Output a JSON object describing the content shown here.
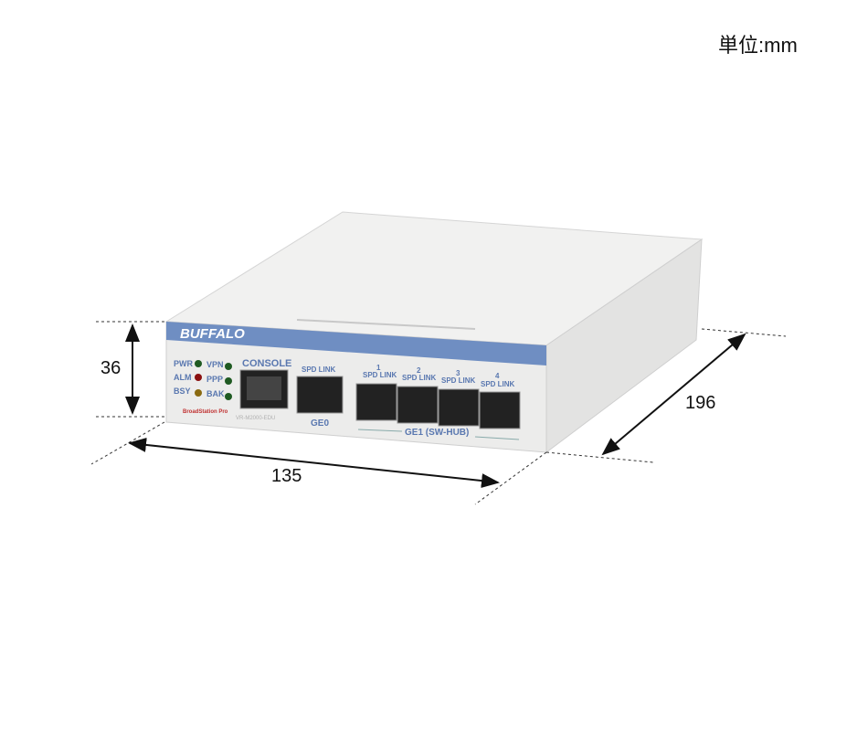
{
  "unit_label": "単位:mm",
  "dimensions": {
    "height": "36",
    "width": "135",
    "depth": "196"
  },
  "device": {
    "brand": "BUFFALO",
    "series_logo": "BroadStation Pro",
    "model": "VR-M2000-EDU",
    "leds": [
      "PWR",
      "VPN",
      "ALM",
      "PPP",
      "BSY",
      "BAK"
    ],
    "console_label": "CONSOLE",
    "ge0": {
      "label": "GE0",
      "port_labels": "SPD  LINK"
    },
    "ge1": {
      "label": "GE1 (SW-HUB)",
      "port_numbers": [
        "1",
        "2",
        "3",
        "4"
      ],
      "port_labels": "SPD LINK"
    }
  },
  "colors": {
    "band": "#6f8ec2",
    "body": "#eceded",
    "led_green": "#1f5a22",
    "led_red": "#8a1010",
    "led_amber": "#8a6a10"
  }
}
